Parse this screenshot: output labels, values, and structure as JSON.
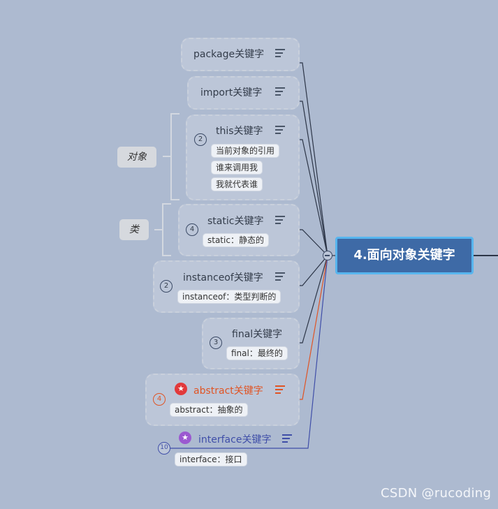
{
  "root": {
    "label": "4.面向对象关键字"
  },
  "side_labels": {
    "object": "对象",
    "class": "类"
  },
  "topics": {
    "package": {
      "title": "package关键字"
    },
    "import": {
      "title": "import关键字"
    },
    "this": {
      "title": "this关键字",
      "badge": "2",
      "items": [
        "当前对象的引用",
        "谁来调用我",
        "我就代表谁"
      ]
    },
    "static": {
      "title": "static关键字",
      "badge": "4",
      "items": [
        "static：静态的"
      ]
    },
    "instanceof": {
      "title": "instanceof关键字",
      "badge": "2",
      "items": [
        "instanceof：类型判断的"
      ]
    },
    "final": {
      "title": "final关键字",
      "badge": "3",
      "items": [
        "final：最终的"
      ]
    },
    "abstract": {
      "title": "abstract关键字",
      "badge": "4",
      "items": [
        "abstract：抽象的"
      ],
      "color": "#e05424",
      "marker_color": "#e2393b"
    },
    "interface": {
      "title": "interface关键字",
      "badge": "10",
      "items": [
        "interface：接口"
      ],
      "color": "#3f4ea8",
      "marker_color": "#9b59d0"
    }
  },
  "colors": {
    "background": "#adbad0",
    "root_fill": "#3e6aa6",
    "root_border": "#57b5ee",
    "line_default": "#2c3547"
  },
  "watermark": "CSDN @rucoding"
}
